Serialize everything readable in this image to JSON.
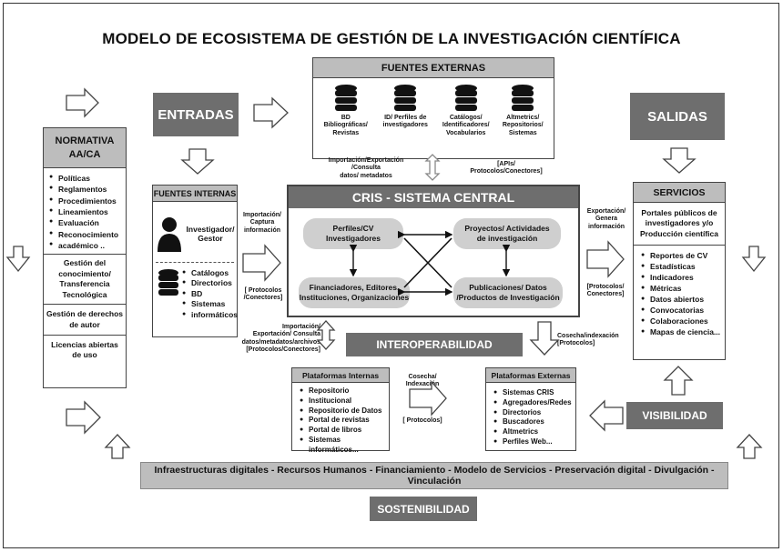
{
  "title": "MODELO DE ECOSISTEMA DE GESTIÓN DE LA INVESTIGACIÓN CIENTÍFICA",
  "entradas": "ENTRADAS",
  "salidas": "SALIDAS",
  "fuentes_externas": {
    "header": "FUENTES EXTERNAS",
    "items": [
      {
        "l1": "BD",
        "l2": "Bibliográficas/",
        "l3": "Revistas"
      },
      {
        "l1": "ID/ Perfiles de",
        "l2": "investigadores",
        "l3": ""
      },
      {
        "l1": "Catálogos/",
        "l2": "Identificadores/",
        "l3": "Vocabularios"
      },
      {
        "l1": "Altmetrics/",
        "l2": "Repositorios/",
        "l3": "Sistemas"
      }
    ]
  },
  "normativa": {
    "header_l1": "NORMATIVA",
    "header_l2": "AA/CA",
    "items": [
      "Políticas",
      "Reglamentos",
      "Procedimientos",
      "Lineamientos",
      "Evaluación",
      "Reconocimiento",
      "académico .."
    ],
    "box2": [
      "Gestión del",
      "conocimiento/",
      "Transferencia",
      "Tecnológica"
    ],
    "box3": [
      "Gestión de derechos",
      "de autor"
    ],
    "box4": [
      "Licencias abiertas",
      "de uso"
    ]
  },
  "fuentes_internas": {
    "header": "FUENTES INTERNAS",
    "person_l1": "Investigador/",
    "person_l2": "Gestor",
    "items": [
      "Catálogos",
      "Directorios",
      "BD",
      "Sistemas",
      "informáticos"
    ]
  },
  "labels": {
    "import_top_l1": "Importación/Exportación",
    "import_top_l2": "/Consulta",
    "import_top_l3": "datos/ metadatos",
    "apis_l1": "[APIs/",
    "apis_l2": "Protocolos/Conectores]",
    "import_left_l1": "Importación/",
    "import_left_l2": "Captura",
    "import_left_l3": "información",
    "prot_left_l1": "[ Protocolos",
    "prot_left_l2": "/Conectores]",
    "export_right_l1": "Exportación/",
    "export_right_l2": "Genera",
    "export_right_l3": "información",
    "prot_right_l1": "[Protocolos/",
    "prot_right_l2": "Conectores]",
    "import_bottom_l1": "Importación/",
    "import_bottom_l2": "Exportación/ Consulta",
    "import_bottom_l3": "datos/metadatos/archivos",
    "import_bottom_l4": "[Protocolos/Conectores]",
    "cosecha_right_l1": "Cosecha/indexación",
    "cosecha_right_l2": "[Protocolos]",
    "cosecha_mid_l1": "Cosecha/",
    "cosecha_mid_l2": "Indexación",
    "cosecha_mid_l3": "[ Protocolos]"
  },
  "cris": {
    "header": "CRIS - SISTEMA CENTRAL",
    "n1_l1": "Perfiles/CV",
    "n1_l2": "Investigadores",
    "n2_l1": "Proyectos/ Actividades",
    "n2_l2": "de investigación",
    "n3_l1": "Financiadores, Editores,",
    "n3_l2": "Instituciones, Organizaciones",
    "n4_l1": "Publicaciones/ Datos",
    "n4_l2": "/Productos de Investigación"
  },
  "servicios": {
    "header": "SERVICIOS",
    "portales": [
      "Portales públicos de",
      "investigadores y/o",
      "Producción científica"
    ],
    "items": [
      "Reportes de CV",
      "Estadísticas",
      "Indicadores",
      "Métricas",
      "Datos abiertos",
      "Convocatorias",
      "Colaboraciones",
      "Mapas de ciencia..."
    ]
  },
  "interoperabilidad": "INTEROPERABILIDAD",
  "plataformas_internas": {
    "header": "Plataformas Internas",
    "items": [
      "Repositorio",
      "Institucional",
      "Repositorio de Datos",
      "Portal de revistas",
      "Portal de libros",
      "Sistemas informáticos..."
    ]
  },
  "plataformas_externas": {
    "header": "Plataformas Externas",
    "items": [
      "Sistemas CRIS",
      "Agregadores/Redes",
      "Directorios",
      "Buscadores",
      "Altmetrics",
      "Perfiles Web..."
    ]
  },
  "visibilidad": "VISIBILIDAD",
  "infra": "Infraestructuras digitales - Recursos Humanos - Financiamiento - Modelo de Servicios - Preservación digital - Divulgación - Vinculación",
  "sostenibilidad": "SOSTENIBILIDAD"
}
